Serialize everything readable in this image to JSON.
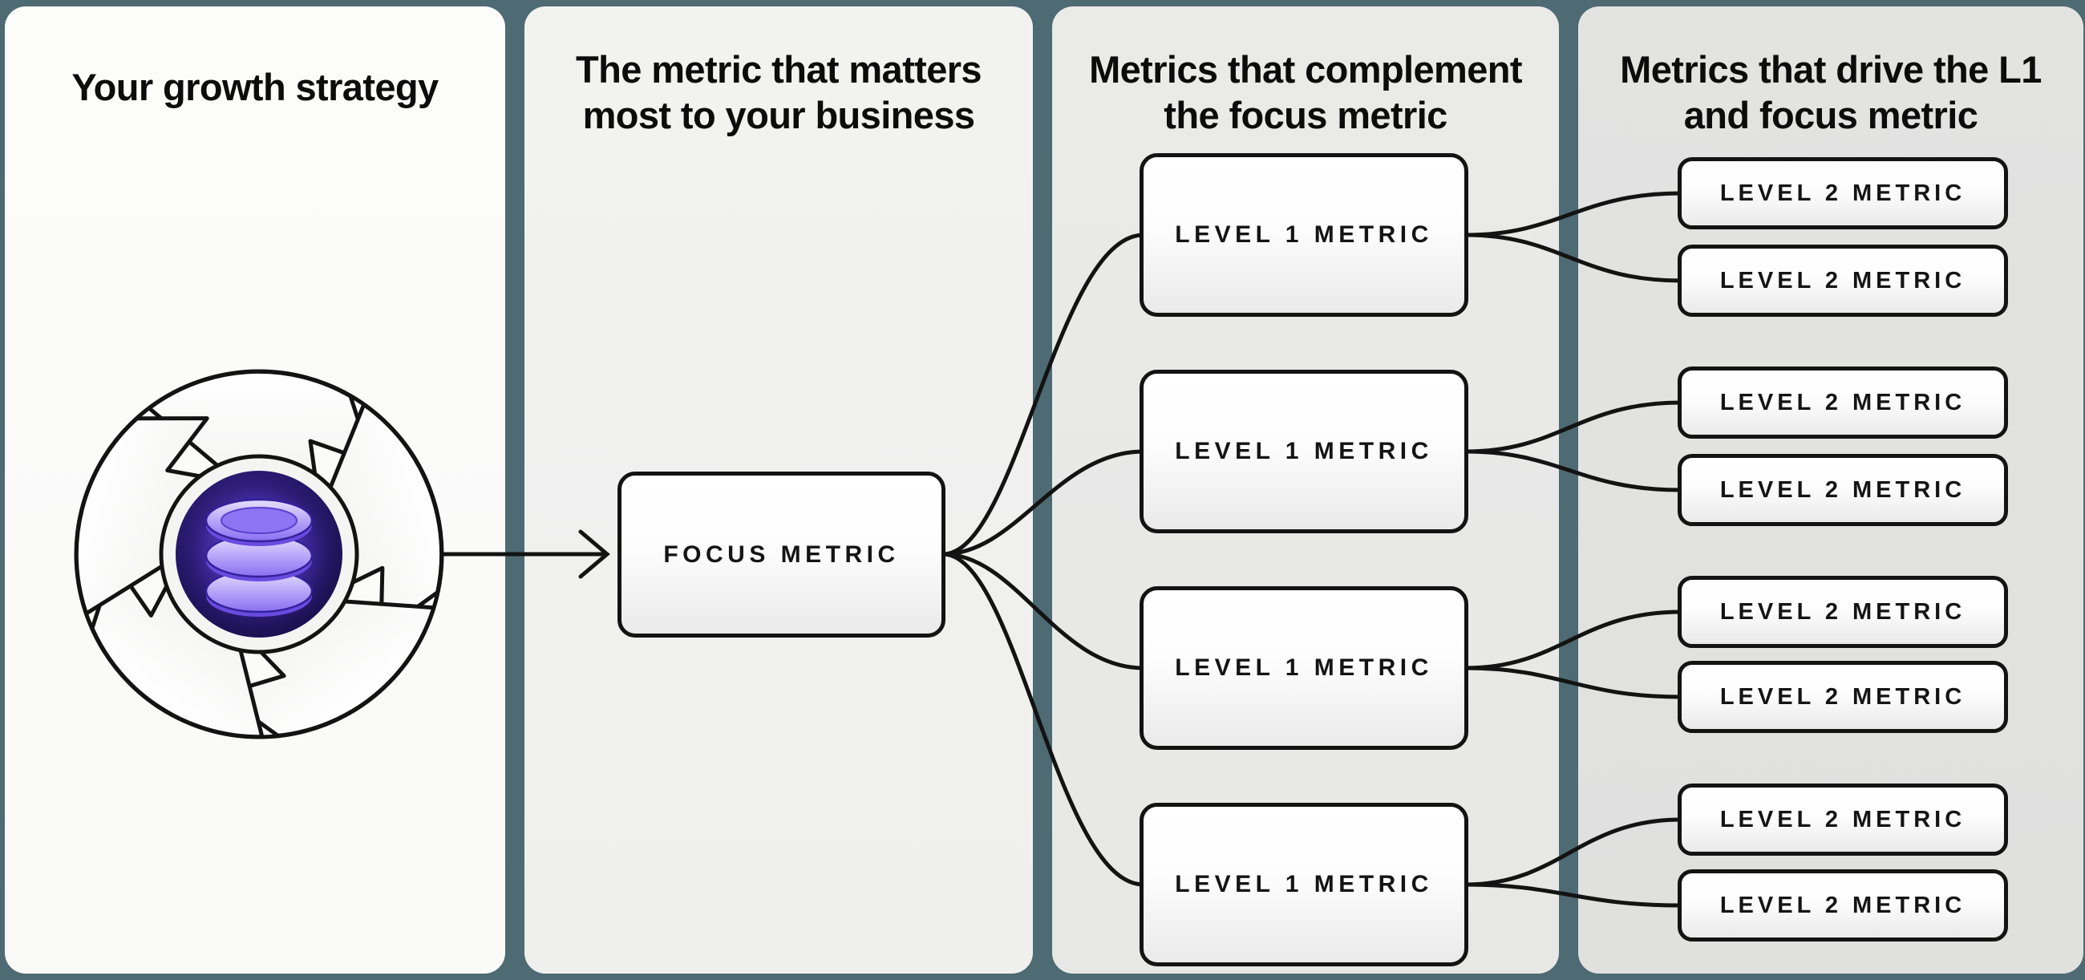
{
  "diagram": {
    "columns": [
      {
        "title_line1": "Your growth strategy",
        "title_line2": ""
      },
      {
        "title_line1": "The metric that matters",
        "title_line2": "most to your business"
      },
      {
        "title_line1": "Metrics that complement",
        "title_line2": "the focus metric"
      },
      {
        "title_line1": "Metrics that drive the L1",
        "title_line2": "and focus metric"
      }
    ],
    "focus": {
      "label": "FOCUS METRIC"
    },
    "l1": [
      {
        "label": "LEVEL 1 METRIC"
      },
      {
        "label": "LEVEL 1 METRIC"
      },
      {
        "label": "LEVEL 1 METRIC"
      },
      {
        "label": "LEVEL 1 METRIC"
      }
    ],
    "l2": [
      {
        "label": "LEVEL 2 METRIC"
      },
      {
        "label": "LEVEL 2 METRIC"
      },
      {
        "label": "LEVEL 2 METRIC"
      },
      {
        "label": "LEVEL 2 METRIC"
      },
      {
        "label": "LEVEL 2 METRIC"
      },
      {
        "label": "LEVEL 2 METRIC"
      },
      {
        "label": "LEVEL 2 METRIC"
      },
      {
        "label": "LEVEL 2 METRIC"
      }
    ],
    "icon": "growth-flywheel-database-icon",
    "colors": {
      "background_teal": "#4e6a72",
      "panel_1": "#fcfcfb",
      "panel_2": "#f2f2f1",
      "panel_3": "#eaeae9",
      "panel_4": "#e3e3e2",
      "line_stroke": "#131313",
      "hub_purple_dark": "#1d1254",
      "database_purple": "#8d74f3"
    }
  }
}
